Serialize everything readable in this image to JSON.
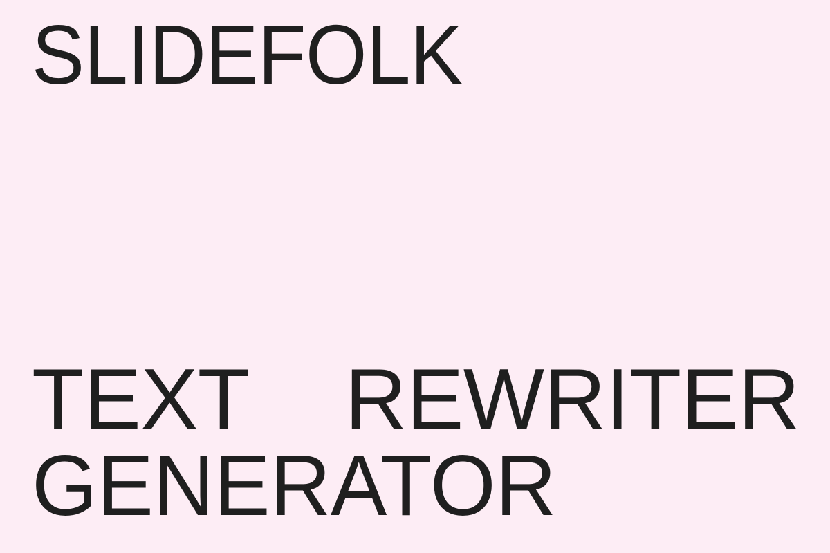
{
  "theme": {
    "background_color": "#fdedf5",
    "text_color": "#1f1f1f"
  },
  "brand": {
    "name": "SLIDEFOLK"
  },
  "headline": {
    "full_text": "TEXT REWRITER GENERATOR",
    "line_1_word_1": "TEXT",
    "line_1_word_2": "REWRITER",
    "line_2": "GENERATOR"
  }
}
